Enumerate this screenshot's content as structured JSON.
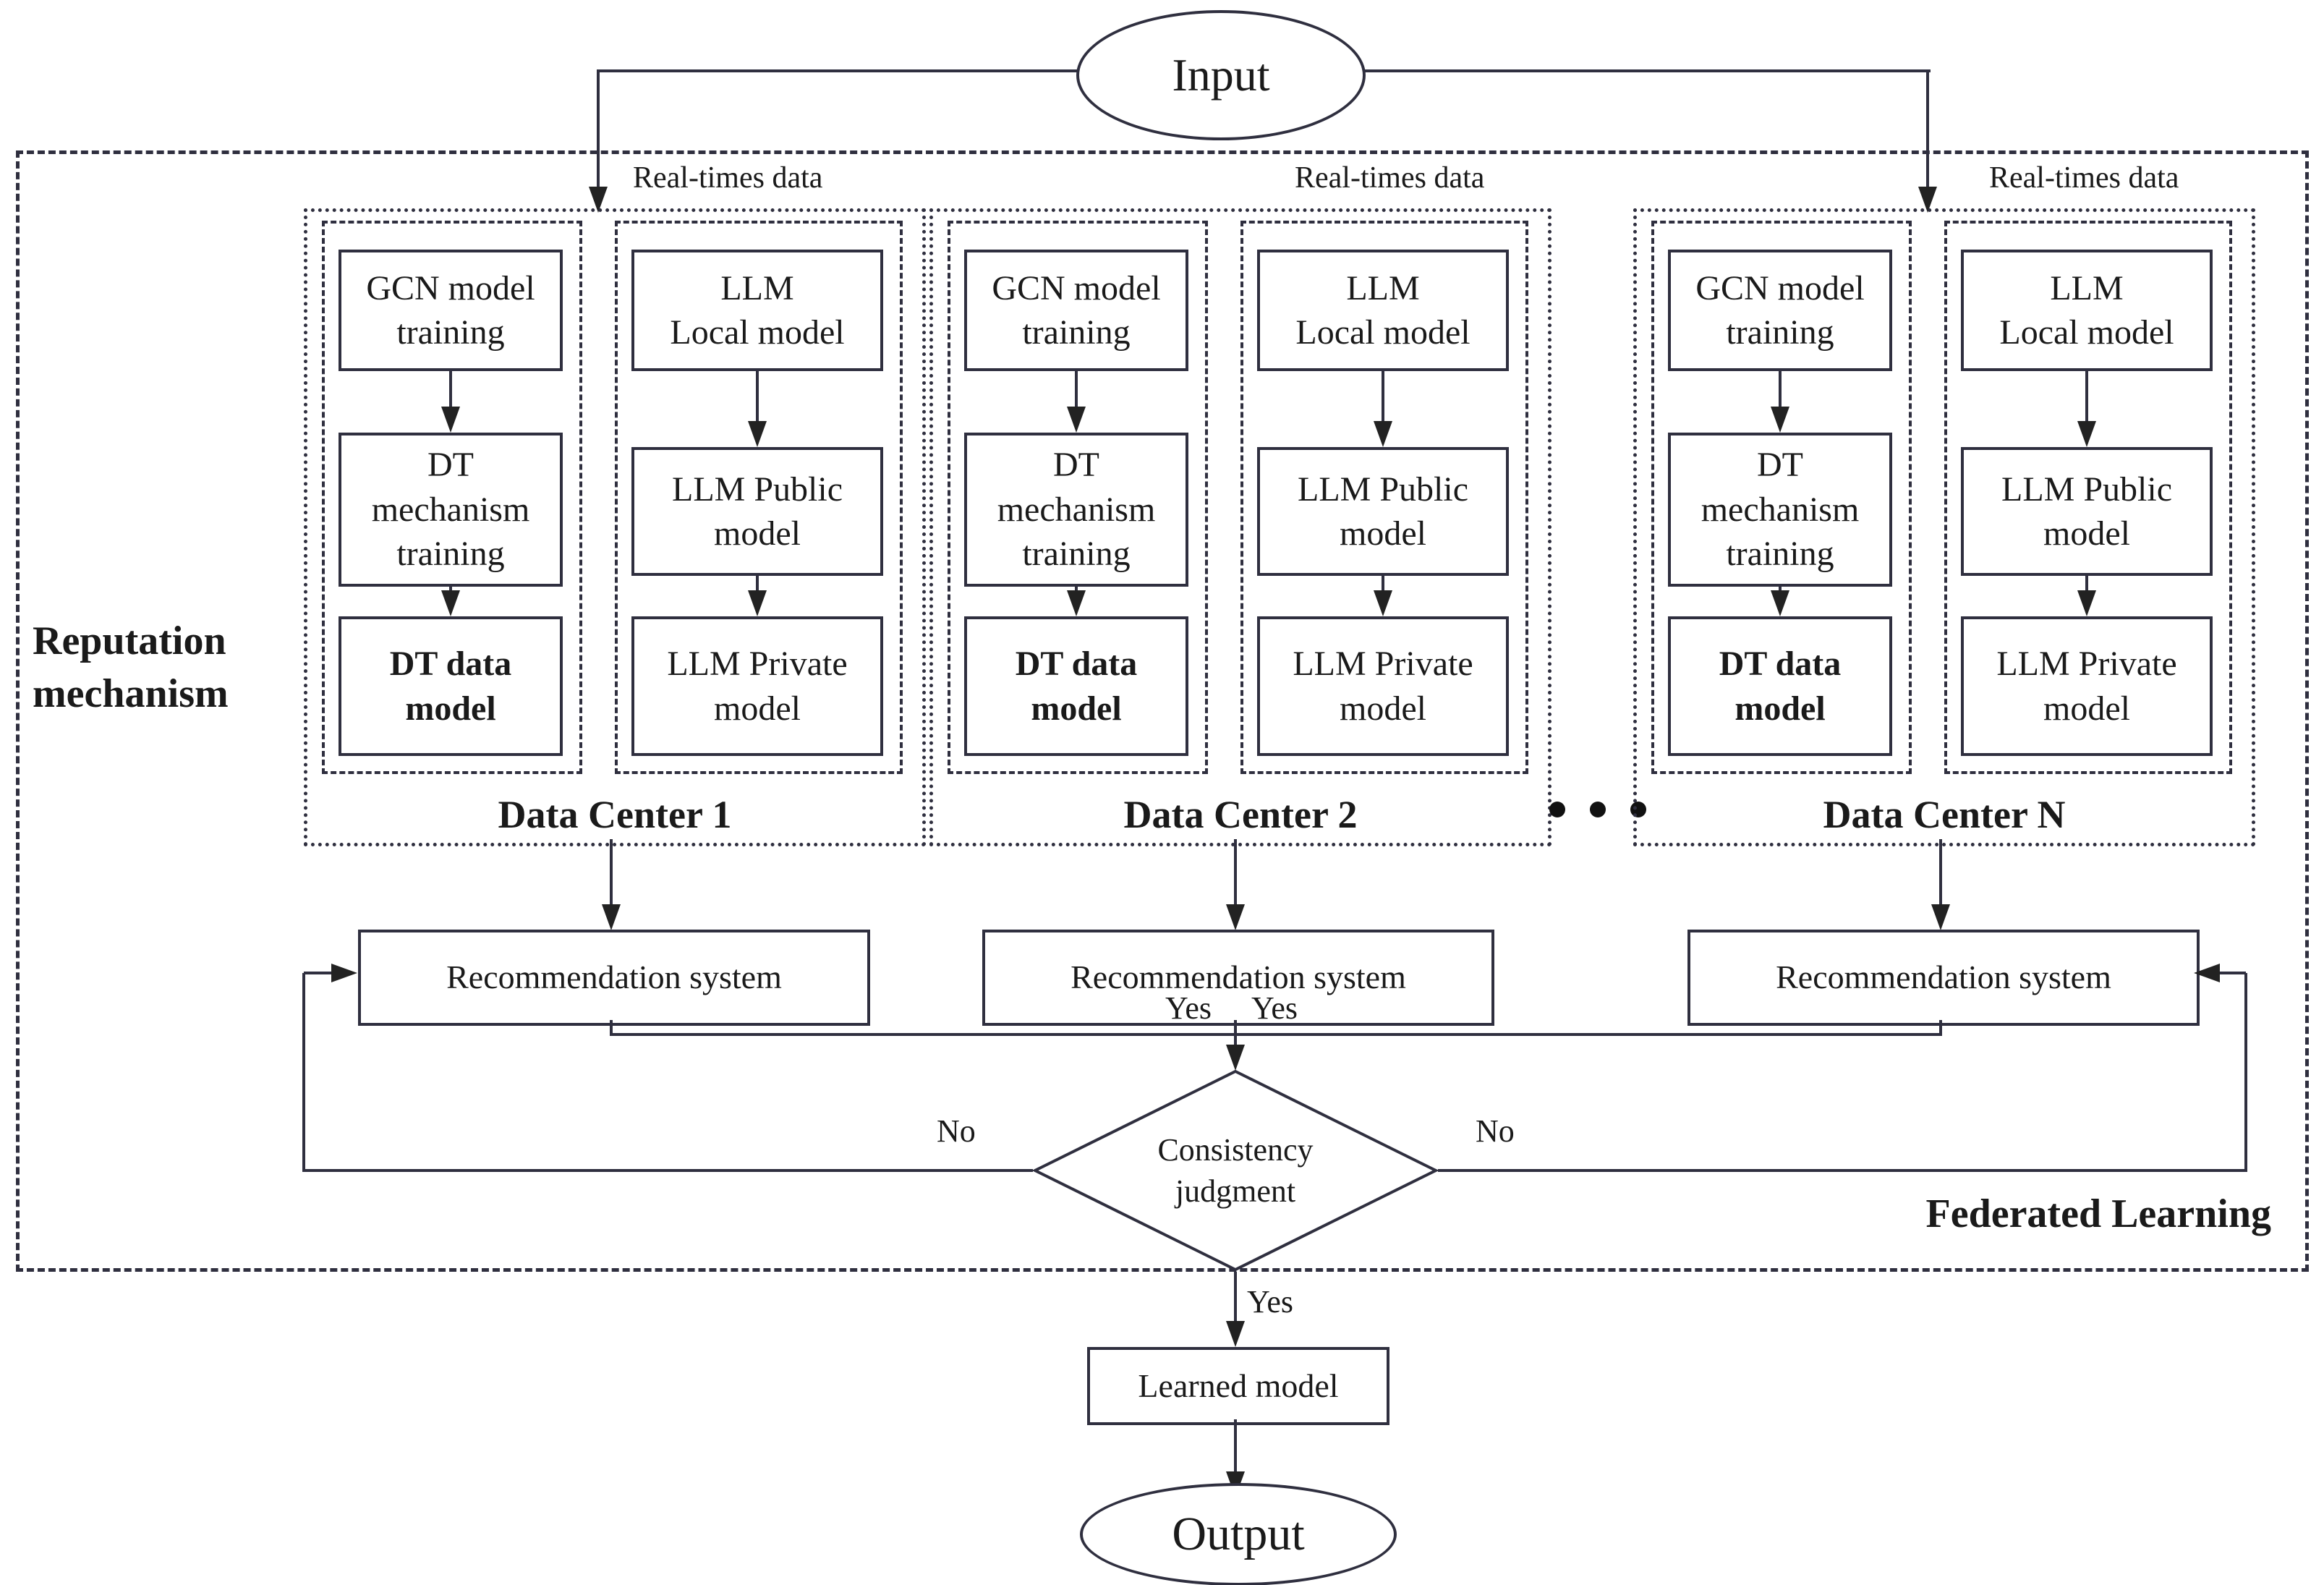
{
  "colors": {
    "stroke": "#2f2f3f",
    "arrow": "#222222",
    "text": "#1a1a1a",
    "background": "#ffffff"
  },
  "input_node": {
    "label": "Input"
  },
  "output_node": {
    "label": "Output"
  },
  "learned_model_node": {
    "label": "Learned model"
  },
  "consistency_node": {
    "label": "Consistency\njudgment"
  },
  "labels": {
    "recommendation_system": "Recommendation system",
    "real_times_data": "Real-times data",
    "reputation_mechanism": "Reputation\nmechanism",
    "federated_learning": "Federated Learning",
    "yes": "Yes",
    "no": "No"
  },
  "data_centers": [
    {
      "label": "Data Center 1",
      "gcn_pipeline": [
        "GCN model\ntraining",
        "DT\nmechanism\ntraining",
        "DT data\nmodel"
      ],
      "llm_pipeline": [
        "LLM\nLocal model",
        "LLM Public\nmodel",
        "LLM Private\nmodel"
      ]
    },
    {
      "label": "Data Center 2",
      "gcn_pipeline": [
        "GCN model\ntraining",
        "DT\nmechanism\ntraining",
        "DT data\nmodel"
      ],
      "llm_pipeline": [
        "LLM\nLocal model",
        "LLM Public\nmodel",
        "LLM Private\nmodel"
      ]
    },
    {
      "label": "Data Center N",
      "gcn_pipeline": [
        "GCN model\ntraining",
        "DT\nmechanism\ntraining",
        "DT data\nmodel"
      ],
      "llm_pipeline": [
        "LLM\nLocal model",
        "LLM Public\nmodel",
        "LLM Private\nmodel"
      ]
    }
  ]
}
